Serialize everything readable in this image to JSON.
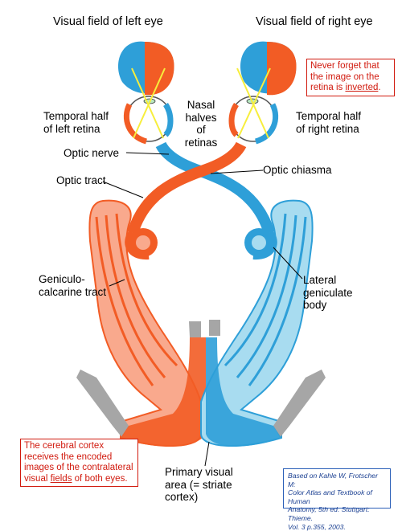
{
  "labels": {
    "visual_field_left": "Visual field of left eye",
    "visual_field_right": "Visual field of right eye",
    "temporal_left": [
      "Temporal half",
      "of left retina"
    ],
    "temporal_right": [
      "Temporal half",
      "of right retina"
    ],
    "nasal": [
      "Nasal",
      "halves",
      "of",
      "retinas"
    ],
    "optic_nerve": "Optic nerve",
    "optic_chiasma": "Optic chiasma",
    "optic_tract": "Optic tract",
    "geniculo": [
      "Geniculo-",
      "calcarine tract"
    ],
    "lateral_geniculate": [
      "Lateral",
      "geniculate",
      "body"
    ],
    "primary_visual": [
      "Primary visual",
      "area (= striate",
      "cortex)"
    ]
  },
  "notes": {
    "inverted": {
      "line1": "Never forget that",
      "line2": "the image on the",
      "line3_pre": "retina is ",
      "line3_ul": "inverted",
      "line3_post": "."
    },
    "cortex": {
      "line1": "The cerebral cortex",
      "line2": "receives the encoded",
      "line3": "images of the contralateral",
      "line4_pre": "visual ",
      "line4_ul": "fields",
      "line4_post": " of both eyes."
    }
  },
  "citation": {
    "line1": "Based on Kahle W, Frotscher M:",
    "line2": "Color Atlas and Textbook of Human",
    "line3": "Anatomy, 5th ed. Stuttgart: Thieme.",
    "line4": "Vol. 3 p.355, 2003."
  },
  "colors": {
    "blue": "#2e9fd8",
    "light_blue": "#a8dcf0",
    "orange": "#f25c25",
    "light_orange": "#f9a98d",
    "gray": "#a6a6a6",
    "yellow": "#f7ee3c",
    "note_red": "#d11a0e"
  }
}
